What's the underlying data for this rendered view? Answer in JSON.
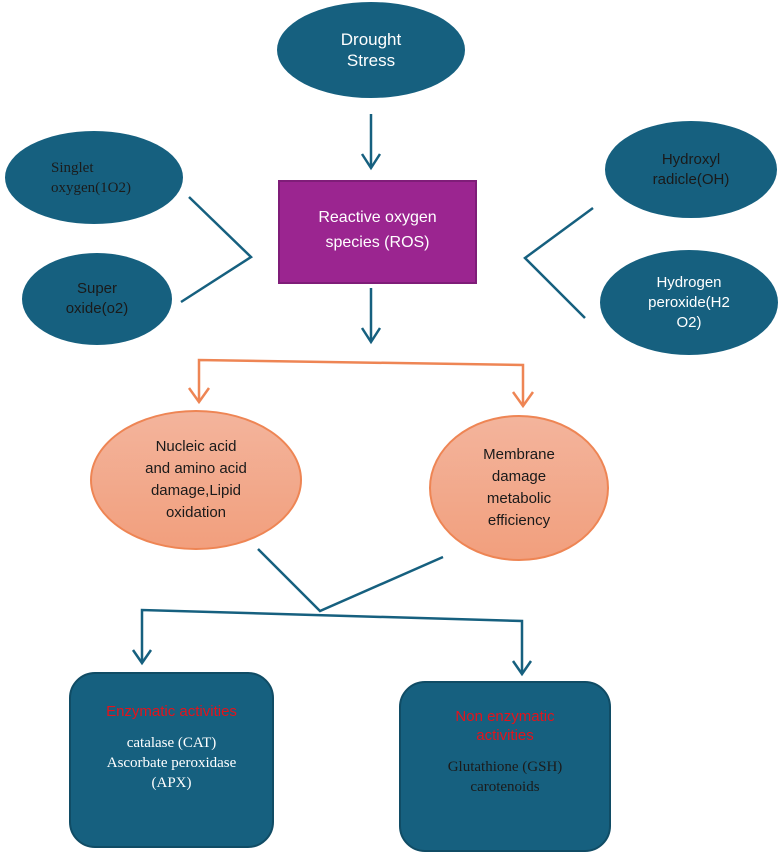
{
  "diagram": {
    "source": {
      "lines": [
        "Drought",
        "Stress"
      ]
    },
    "center": {
      "lines": [
        "Reactive oxygen",
        "species (ROS)"
      ]
    },
    "left_species": [
      {
        "lines": [
          "Singlet",
          "oxygen(1O2)"
        ]
      },
      {
        "lines": [
          "Super",
          "oxide(o2)"
        ]
      }
    ],
    "right_species": [
      {
        "lines": [
          "Hydroxyl",
          "radicle(OH)"
        ]
      },
      {
        "lines": [
          "Hydrogen",
          "peroxide(H2",
          "O2)"
        ]
      }
    ],
    "effects": [
      {
        "lines": [
          "Nucleic acid",
          "and amino acid",
          "damage,Lipid",
          "oxidation"
        ]
      },
      {
        "lines": [
          "Membrane",
          "damage",
          "metabolic",
          "efficiency"
        ]
      }
    ],
    "responses": [
      {
        "title": "Enzymatic activities",
        "items": [
          "catalase (CAT)",
          "Ascorbate peroxidase",
          "(APX)"
        ]
      },
      {
        "title_lines": [
          "Non enzymatic",
          "activities"
        ],
        "items": [
          "Glutathione (GSH)",
          "carotenoids"
        ]
      }
    ],
    "colors": {
      "blue": "#16607f",
      "purple": "#9b2590",
      "orange": "#ee8554",
      "salmon_fill": "#f3a98a",
      "red_title": "#e3131b"
    }
  }
}
